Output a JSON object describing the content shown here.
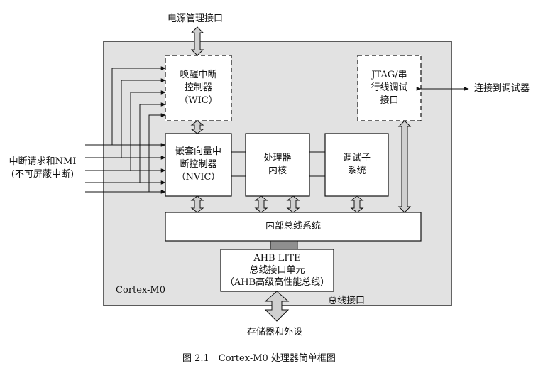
{
  "top_label": "电源管理接口",
  "wic": {
    "line1": "唤醒中断",
    "line2": "控制器",
    "line3": "（WIC）"
  },
  "jtag": {
    "line1": "JTAG/串",
    "line2": "行线调试",
    "line3": "接口"
  },
  "debugger_label": "连接到调试器",
  "nvic": {
    "line1": "嵌套向量中",
    "line2": "断控制器",
    "line3": "（NVIC）"
  },
  "core": {
    "line1": "处理器",
    "line2": "内核"
  },
  "debug_sub": {
    "line1": "调试子",
    "line2": "系统"
  },
  "irq_label": {
    "line1": "中断请求和NMI",
    "line2": "(不可屏蔽中断)"
  },
  "bus": "内部总线系统",
  "ahb": {
    "line1": "AHB LITE",
    "line2": "总线接口单元",
    "line3": "（AHB高级高性能总线）"
  },
  "chip_label": "Cortex-M0",
  "bus_if_label": "总线接口",
  "bottom_label": "存储器和外设",
  "caption": "图 2.1　Cortex-M0 处理器简单框图",
  "colors": {
    "chip_fill": "#e2e2e2",
    "box_fill": "#ffffff",
    "stroke": "#111111",
    "arrow_fill": "#d0d0d0",
    "connector_fill": "#8f8f8f"
  }
}
